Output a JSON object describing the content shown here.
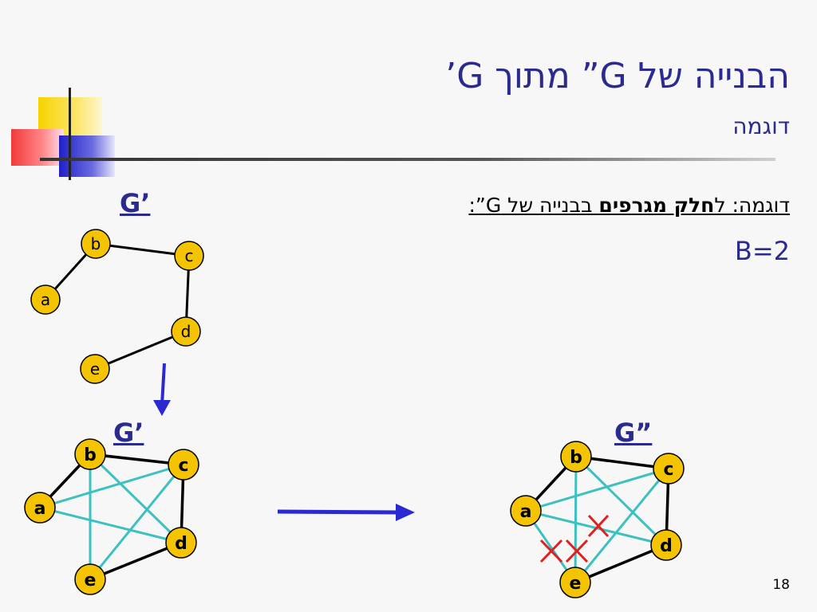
{
  "slide": {
    "title": "הבנייה של G” מתוך G’",
    "subtitle": "דוגמה",
    "example_prefix": "דוגמה: ל",
    "example_bold": "חלק מגרפים",
    "example_suffix": " בבנייה של G”:",
    "param": "B=2",
    "page_number": "18"
  },
  "graphs": {
    "top": {
      "label": "G’",
      "nodes": [
        "a",
        "b",
        "c",
        "d",
        "e"
      ]
    },
    "bottom_left": {
      "label": "G’",
      "nodes": [
        "a",
        "b",
        "c",
        "d",
        "e"
      ]
    },
    "bottom_right": {
      "label": "G”",
      "nodes": [
        "a",
        "b",
        "c",
        "d",
        "e"
      ]
    }
  },
  "colors": {
    "accent": "#2a2a90",
    "node_fill": "#f5c400",
    "extra_edge": "#3cc0c0",
    "cross": "#e02020",
    "arrow": "#2a2ad0"
  }
}
